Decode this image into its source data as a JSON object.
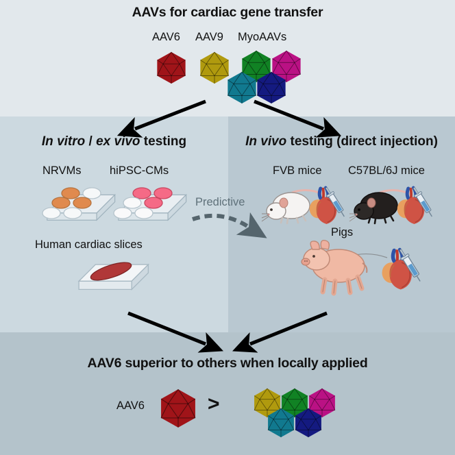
{
  "figure": {
    "title": "AAVs for cardiac gene transfer",
    "conclusion": "AAV6 superior to others when locally applied"
  },
  "top_panel": {
    "labels": {
      "aav6": "AAV6",
      "aav9": "AAV9",
      "myoaavs": "MyoAAVs"
    },
    "capsids": [
      {
        "name": "AAV6",
        "color": "#a01419"
      },
      {
        "name": "AAV9",
        "color": "#b09a0e"
      },
      {
        "name": "MyoAAV-green",
        "color": "#118224"
      },
      {
        "name": "MyoAAV-magenta",
        "color": "#ba1184"
      },
      {
        "name": "MyoAAV-teal",
        "color": "#11798f"
      },
      {
        "name": "MyoAAV-navy",
        "color": "#141a80"
      }
    ]
  },
  "left_panel": {
    "heading_italic_a": "In vitro",
    "heading_sep": " / ",
    "heading_italic_b": "ex vivo",
    "heading_rest": " testing",
    "nrvms_label": "NRVMs",
    "hipsc_label": "hiPSC-CMs",
    "slices_label": "Human cardiac slices",
    "nrvm_well_color": "#e08a4e",
    "hipsc_well_color": "#f56a86",
    "slice_color": "#b03838"
  },
  "right_panel": {
    "heading_italic": "In vivo",
    "heading_rest": " testing (direct injection)",
    "fvb_label": "FVB mice",
    "c57_label": "C57BL/6J mice",
    "pigs_label": "Pigs",
    "fvb_mouse_color": "#f5f3f2",
    "c57_mouse_color": "#231f1e",
    "pig_color": "#f0b9a4"
  },
  "middle_connector": {
    "predictive_label": "Predictive",
    "arrow_color": "#5f717a"
  },
  "bottom_panel": {
    "aav6_label": "AAV6",
    "greater_than": ">",
    "winner": {
      "name": "AAV6",
      "color": "#a01419"
    },
    "losers": [
      {
        "name": "AAV9",
        "color": "#b09a0e"
      },
      {
        "name": "MyoAAV-green",
        "color": "#118224"
      },
      {
        "name": "MyoAAV-magenta",
        "color": "#ba1184"
      },
      {
        "name": "MyoAAV-teal",
        "color": "#11798f"
      },
      {
        "name": "MyoAAV-navy",
        "color": "#141a80"
      }
    ]
  },
  "bands": {
    "top_bg": "#e2e8ec",
    "mid_left_bg": "#ccd9e0",
    "mid_right_bg": "#b9c8d1",
    "bottom_bg": "#b4c3cb"
  }
}
